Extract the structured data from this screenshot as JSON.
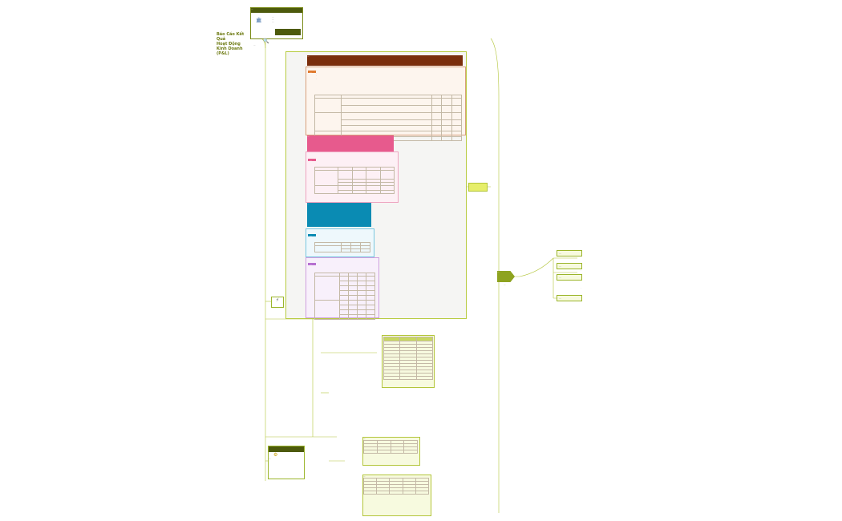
{
  "colors": {
    "olive": "#8ea320",
    "olive_dark": "#4d5a0c",
    "olive_light": "#f7fadf",
    "brown": "#7a2e0c",
    "pink": "#e75a8d",
    "teal": "#0a8bb3",
    "violet": "#cfa0df",
    "line": "#b3c53a"
  },
  "root": {
    "title_lines": [
      "Báo Cáo Kết Quả",
      "Hoạt Động",
      "Kinh Doanh (P&L)"
    ]
  },
  "top_card": {
    "header": "...",
    "icon": "bank-icon",
    "lines": [
      "...",
      "...",
      "..."
    ]
  },
  "search_node": {
    "icon": "magnifier-icon",
    "label": "..."
  },
  "mid_hub": {
    "icon": "lightning-icon"
  },
  "sections": [
    {
      "name": "brown",
      "header": "...",
      "chip": "..."
    },
    {
      "name": "pink",
      "header": "...",
      "chip": "..."
    },
    {
      "name": "teal",
      "header": "...",
      "chip": "..."
    },
    {
      "name": "violet",
      "header": "...",
      "chip": "..."
    }
  ],
  "right_hub": {
    "label": "..."
  },
  "right_hub_caption": "...",
  "right_branch": [
    {
      "label": "..."
    },
    {
      "label": "..."
    },
    {
      "label": "..."
    },
    {
      "label": "..."
    }
  ],
  "lower_hub": {
    "icon": "gear-icon",
    "label": "..."
  },
  "bottom_tables": [
    {
      "title": "..."
    },
    {
      "title": "..."
    }
  ]
}
